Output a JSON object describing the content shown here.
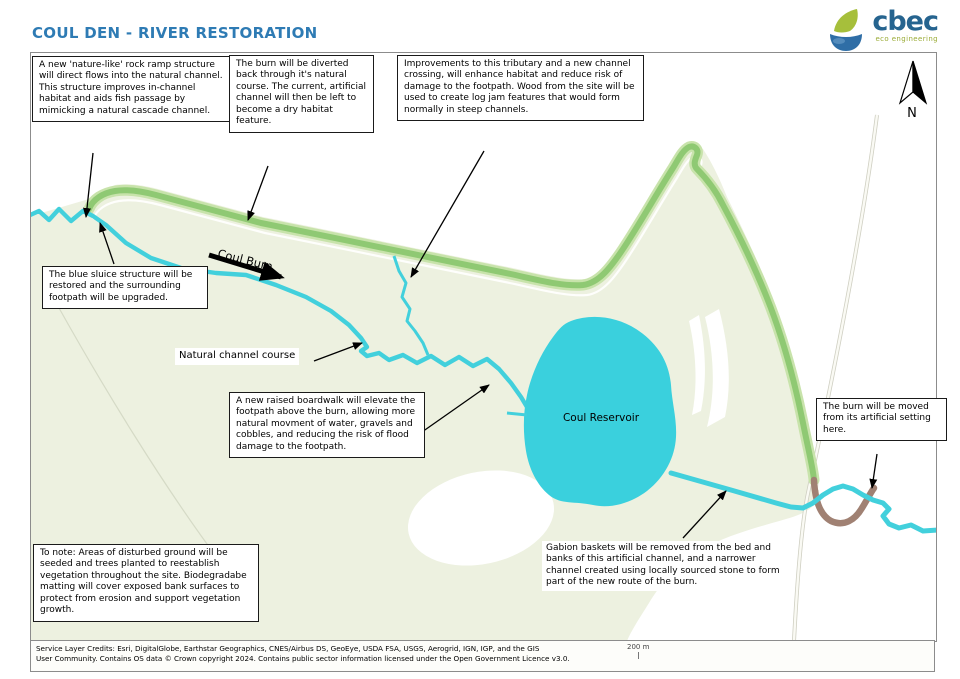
{
  "page": {
    "title": "COUL DEN - RIVER RESTORATION"
  },
  "logo": {
    "text": "cbec",
    "tagline": "eco engineering"
  },
  "map": {
    "labels": {
      "coul_burn": "Coul Burn",
      "coul_reservoir": "Coul Reservoir",
      "north": "N",
      "scale": "200 m"
    },
    "annotations": {
      "rock_ramp": "A new 'nature-like' rock ramp structure will direct flows into the natural channel. This structure improves in-channel habitat and aids fish passage by mimicking a natural cascade channel.",
      "diverted": "The burn will be diverted back through it's natural course. The current, artificial channel will then be left to become a dry habitat feature.",
      "tributary": "Improvements to this tributary and a new channel crossing, will enhance habitat and reduce risk of damage to the footpath. Wood from the site will be used to create log jam features that would form normally in steep channels.",
      "sluice": "The blue sluice structure will be restored and the surrounding footpath will be upgraded.",
      "natural_channel": "Natural channel course",
      "boardwalk": "A new raised boardwalk will elevate the footpath above the burn, allowing more natural movment of water, gravels and cobbles, and reducing the risk of flood damage to the footpath.",
      "burn_moved": "The burn will be moved from its artificial setting here.",
      "to_note": "To note: Areas of disturbed ground will be seeded and trees planted to reestablish vegetation throughout the site. Biodegradabe matting will cover exposed bank surfaces to protect from erosion and support vegetation growth.",
      "gabion": "Gabion baskets will be removed from the bed and banks of this artificial channel, and a narrower channel created using locally sourced stone to form part of the new route of the burn."
    },
    "colors": {
      "title": "#2e7bb4",
      "field": "#edf1e0",
      "channel_green": "#8fc973",
      "channel_green_halo": "#c8e3ab",
      "water": "#42d0dc",
      "reservoir": "#3ad0dd",
      "artificial_brown": "#a08173"
    }
  },
  "footer": {
    "credits_line1": "Service Layer Credits: Esri, DigitalGlobe, Earthstar Geographics, CNES/Airbus DS, GeoEye, USDA FSA, USGS, Aerogrid, IGN, IGP, and the GIS",
    "credits_line2": "User Community. Contains OS data © Crown copyright 2024. Contains public sector information licensed under the Open Government Licence v3.0."
  }
}
